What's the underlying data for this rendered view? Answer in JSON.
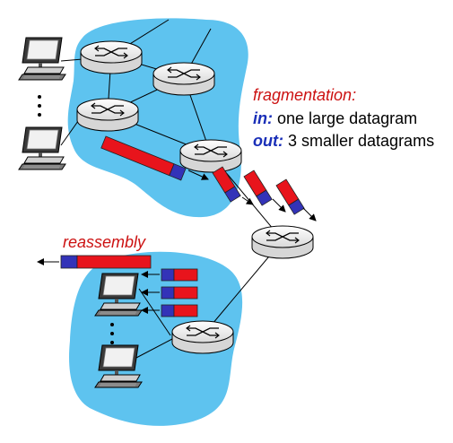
{
  "labels": {
    "fragmentation": "fragmentation:",
    "in_keyword": "in:",
    "in_text": "one large datagram",
    "out_keyword": "out:",
    "out_text": "3 smaller datagrams",
    "reassembly": "reassembly"
  },
  "colors": {
    "network_cloud": "#5ec3ef",
    "header_blue": "#3333b8",
    "payload_red": "#e8141c",
    "label_red": "#cc1111",
    "keyword_blue": "#1a2fb8",
    "router_fill": "#f4f4f4",
    "link_line": "#000000"
  },
  "icons": {
    "router": "router-icon",
    "computer": "desktop-computer-icon",
    "ellipsis": "vertical-ellipsis"
  },
  "fragment_count": 3
}
